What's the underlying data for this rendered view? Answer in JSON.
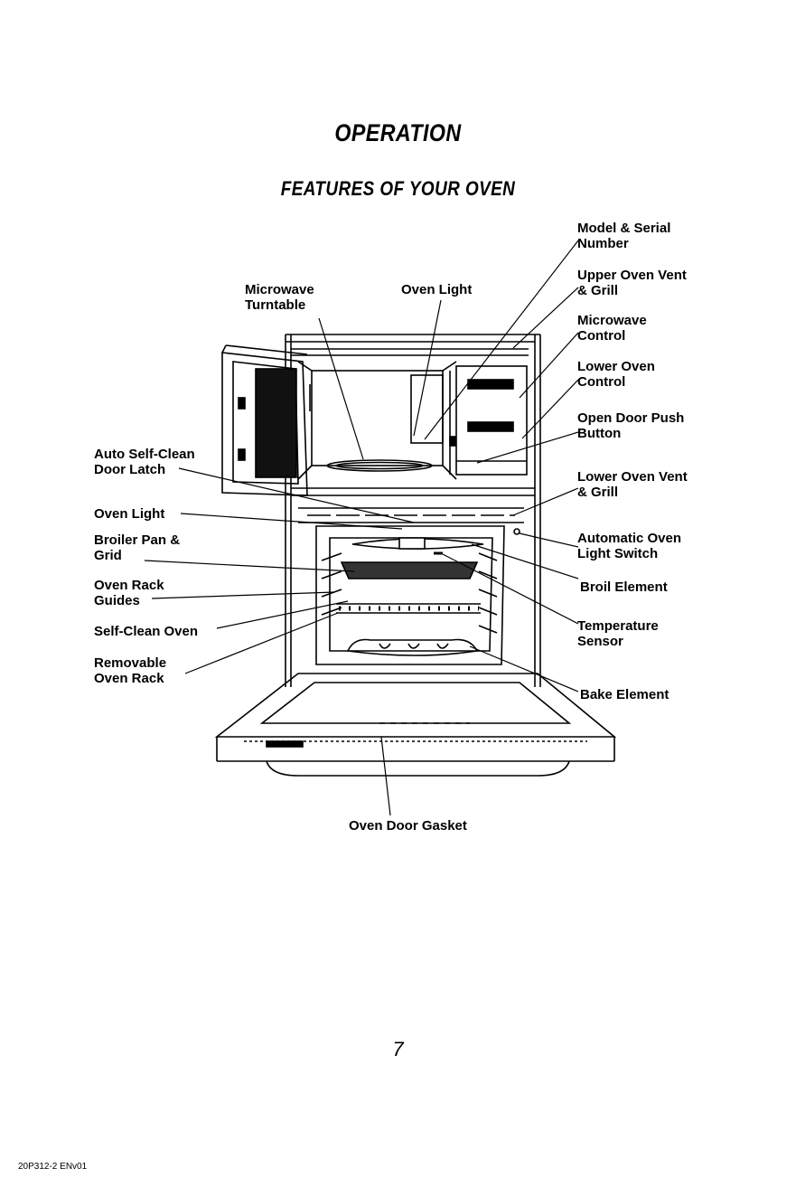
{
  "header": {
    "title": "OPERATION",
    "subtitle": "FEATURES OF YOUR OVEN"
  },
  "labels": {
    "microwave_turntable": "Microwave\nTurntable",
    "oven_light_upper": "Oven Light",
    "model_serial": "Model & Serial\nNumber",
    "upper_oven_vent": "Upper Oven Vent\n& Grill",
    "microwave_control": "Microwave\nControl",
    "lower_oven_control": "Lower Oven\nControl",
    "open_door_push": "Open Door Push\nButton",
    "auto_self_clean": "Auto Self-Clean\nDoor Latch",
    "lower_oven_vent": "Lower Oven Vent\n& Grill",
    "oven_light_lower": "Oven Light",
    "broiler_pan": "Broiler Pan &\nGrid",
    "automatic_oven_light": "Automatic Oven\nLight Switch",
    "oven_rack_guides": "Oven Rack\nGuides",
    "broil_element": "Broil Element",
    "self_clean_oven": "Self-Clean Oven",
    "temperature_sensor": "Temperature\nSensor",
    "removable_rack": "Removable\nOven Rack",
    "bake_element": "Bake Element",
    "door_gasket": "Oven Door Gasket"
  },
  "page_number": "7",
  "footer_code": "20P312-2 ENv01"
}
